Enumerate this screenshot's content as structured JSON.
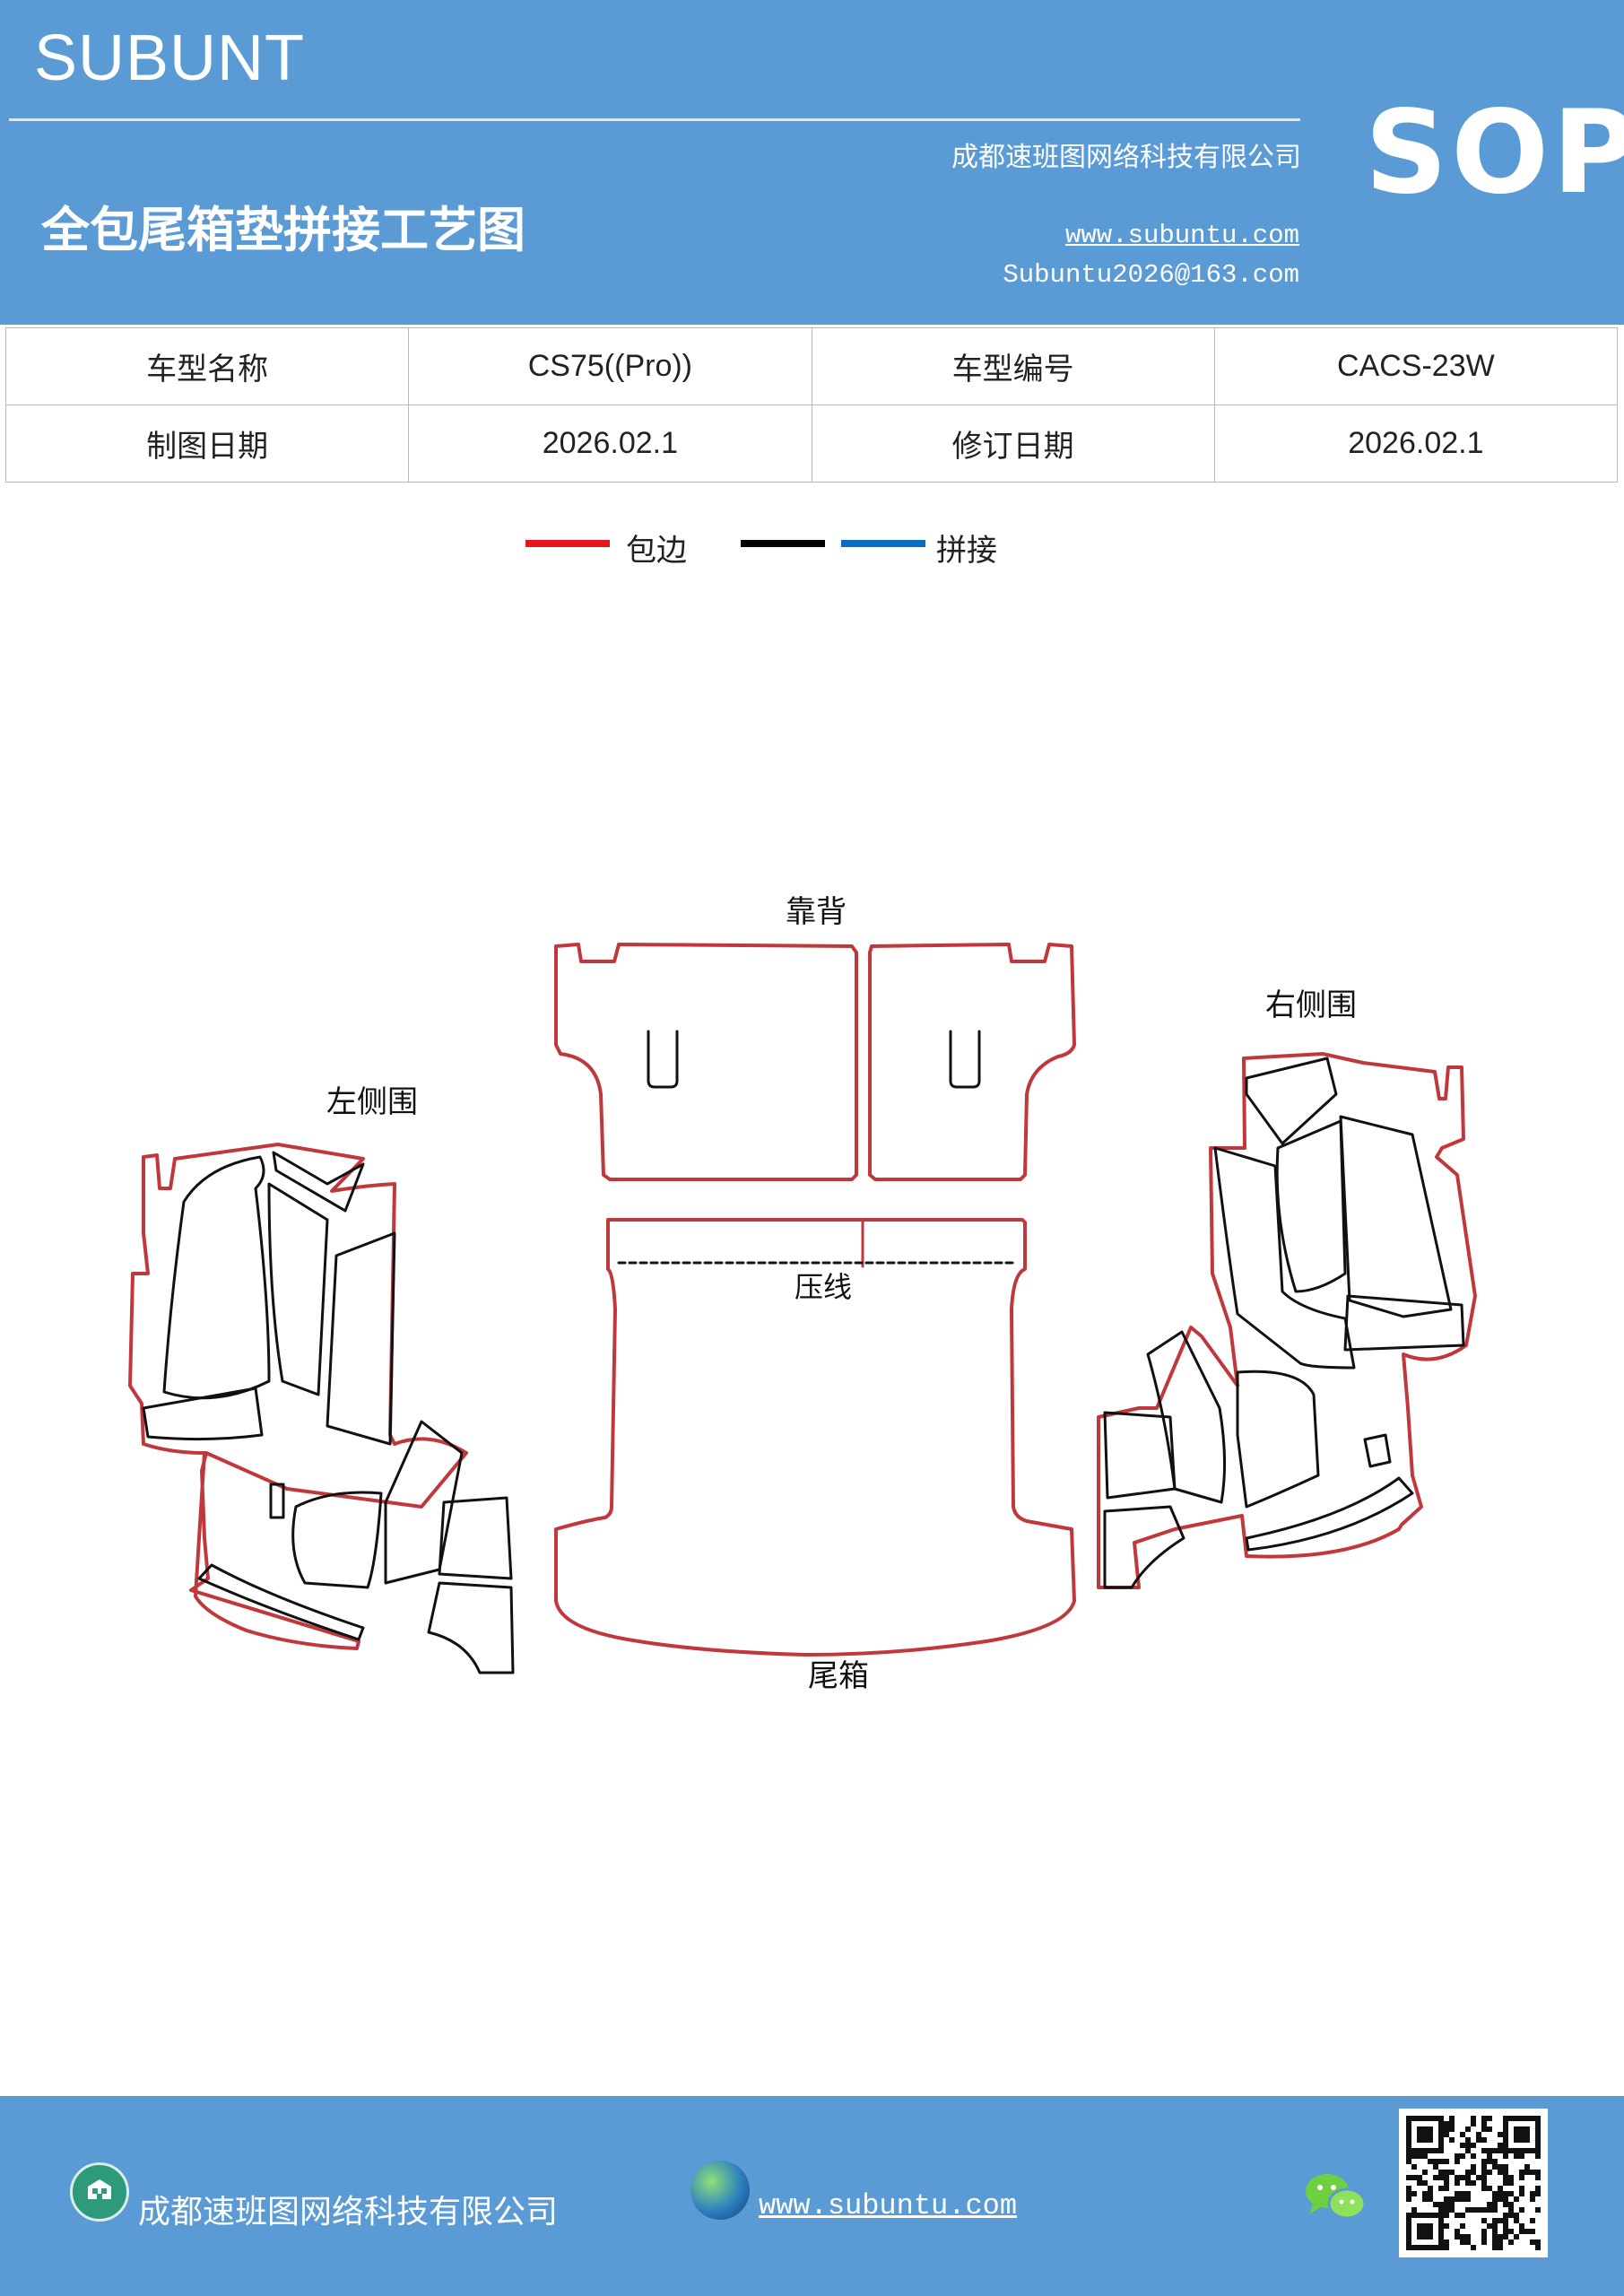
{
  "header": {
    "brand": "SUBUNT",
    "company": "成都速班图网络科技有限公司",
    "title": "全包尾箱垫拼接工艺图",
    "website": "www.subuntu.com",
    "email": "Subuntu2026@163.com",
    "badge": "SOP"
  },
  "info_table": {
    "rows": [
      {
        "label1": "车型名称",
        "value1": "CS75((Pro))",
        "label2": "车型编号",
        "value2": "CACS-23W"
      },
      {
        "label1": "制图日期",
        "value1": "2026.02.1",
        "label2": "修订日期",
        "value2": "2026.02.1"
      }
    ]
  },
  "legend": {
    "edge_label": "包边",
    "splice_label": "拼接",
    "edge_color": "#e8141c",
    "splice_black": "#000000",
    "splice_blue": "#0a6cc4"
  },
  "diagram": {
    "seatback": "靠背",
    "left_side": "左侧围",
    "right_side": "右侧围",
    "press_line": "压线",
    "trunk": "尾箱",
    "outline_color": "#c0383b",
    "stroke_black": "#111111"
  },
  "footer": {
    "company": "成都速班图网络科技有限公司",
    "website": "www.subuntu.com",
    "house_icon": "building-icon",
    "globe_icon": "globe-icon",
    "chat_icon": "wechat-icon",
    "qr_icon": "qr-code"
  }
}
